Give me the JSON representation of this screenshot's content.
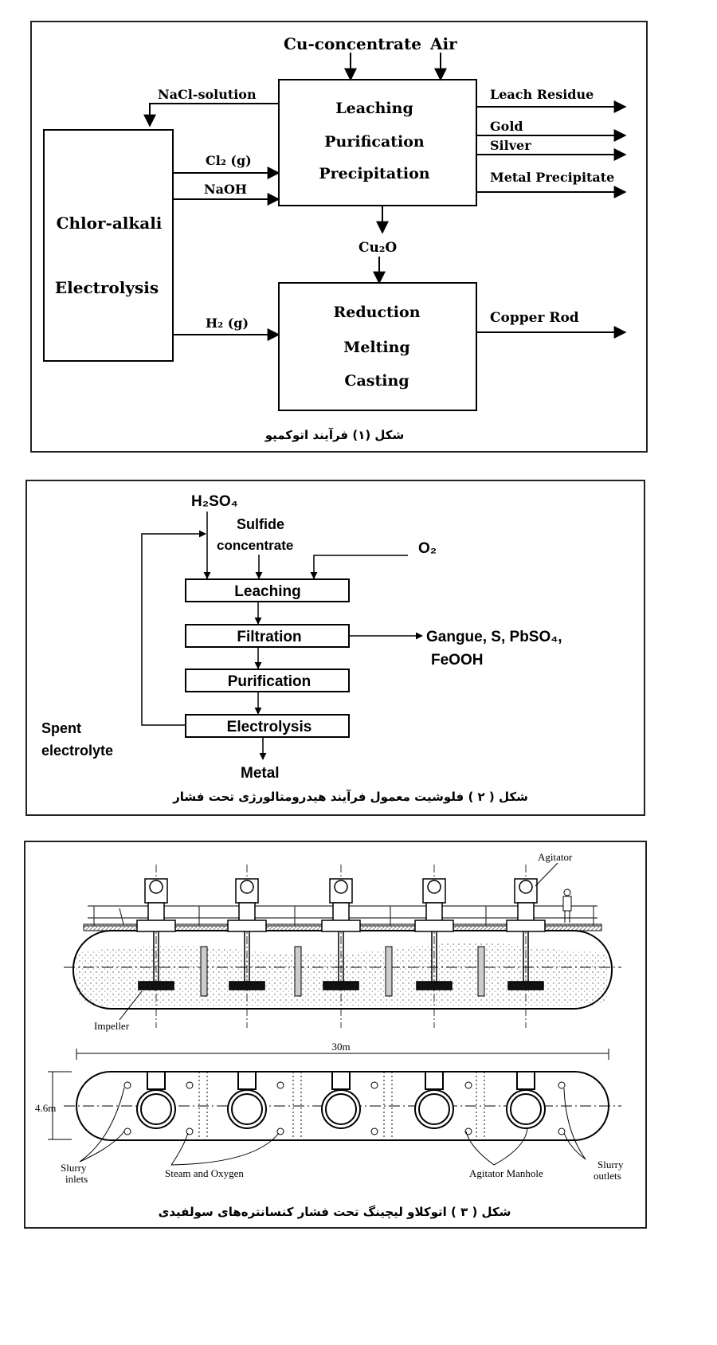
{
  "figure1": {
    "inputs": {
      "cu_concentrate": "Cu-concentrate",
      "air": "Air"
    },
    "leach_box": [
      "Leaching",
      "Purification",
      "Precipitation"
    ],
    "chlor_box": [
      "Chlor-alkali",
      "Electrolysis"
    ],
    "reduction_box": [
      "Reduction",
      "Melting",
      "Casting"
    ],
    "nacl": "NaCl-solution",
    "cl2": "Cl₂ (g)",
    "naoh": "NaOH",
    "h2": "H₂ (g)",
    "cu2o": "Cu₂O",
    "outputs": [
      "Leach Residue",
      "Gold",
      "Silver",
      "Metal Precipitate"
    ],
    "copper_rod": "Copper Rod",
    "caption": "شکل (۱) فرآیند اتوکمپو"
  },
  "figure2": {
    "h2so4": "H₂SO₄",
    "sulfide": "Sulfide",
    "concentrate": "concentrate",
    "o2": "O₂",
    "steps": [
      "Leaching",
      "Filtration",
      "Purification",
      "Electrolysis"
    ],
    "gangue_line1": "Gangue, S, PbSO₄,",
    "gangue_line2": "FeOOH",
    "spent1": "Spent",
    "spent2": "electrolyte",
    "metal": "Metal",
    "caption": "شکل ( ۲ ) فلوشیت معمول فرآیند هیدرومتالورژی تحت فشار"
  },
  "figure3": {
    "agitator": "Agitator",
    "impeller": "Impeller",
    "length": "30m",
    "width": "4.6m",
    "slurry_inlets": [
      "Slurry",
      "inlets"
    ],
    "steam_oxygen": "Steam and Oxygen",
    "agitator_manhole": "Agitator Manhole",
    "slurry_outlets": [
      "Slurry",
      "outlets"
    ],
    "caption": "شکل ( ۳ ) اتوکلاو لیچینگ تحت فشار کنسانتره‌های سولفیدی"
  }
}
